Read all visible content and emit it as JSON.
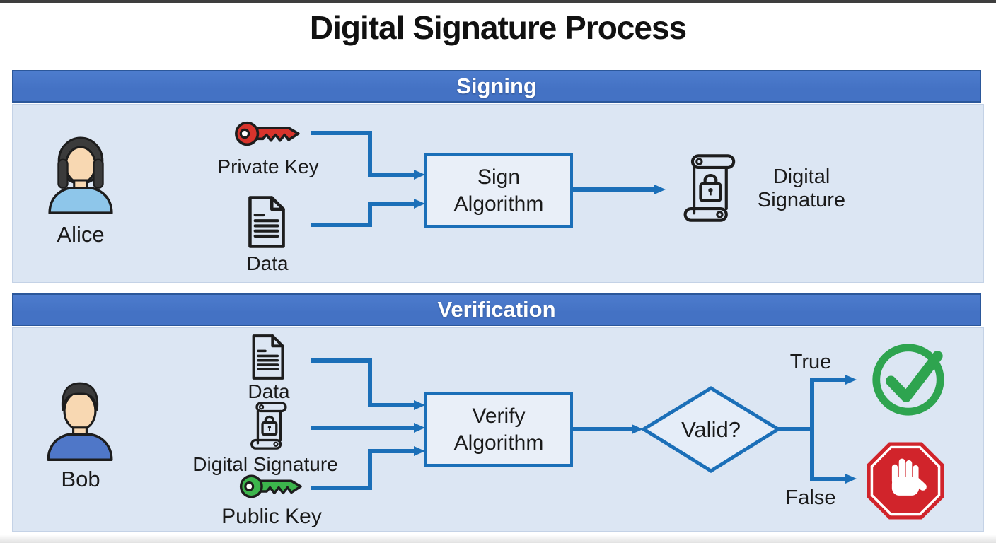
{
  "title": "Digital Signature Process",
  "signing": {
    "header": "Signing",
    "actor_label": "Alice",
    "private_key_label": "Private Key",
    "data_label": "Data",
    "algorithm_label": "Sign\nAlgorithm",
    "output_label": "Digital\nSignature"
  },
  "verification": {
    "header": "Verification",
    "actor_label": "Bob",
    "data_label": "Data",
    "signature_label": "Digital Signature",
    "public_key_label": "Public Key",
    "algorithm_label": "Verify\nAlgorithm",
    "decision_label": "Valid?",
    "true_label": "True",
    "false_label": "False"
  },
  "icons": {
    "private_key": "red-key-icon",
    "public_key": "green-key-icon",
    "data": "document-icon",
    "digital_signature": "scroll-with-lock-icon",
    "valid_true": "green-check-circle-icon",
    "valid_false": "red-stop-hand-icon"
  },
  "colors": {
    "header_blue": "#4472C4",
    "header_border": "#2B579A",
    "panel_bg": "#DCE6F3",
    "panel_border": "#C4D2E6",
    "connector_blue": "#1B6FB8",
    "box_bg": "#E9EFF8",
    "diamond_bg": "#E5EDF8",
    "key_red": "#D8342C",
    "key_green": "#3CB54C",
    "check_green": "#2EA44F",
    "stop_red": "#D1242B",
    "text_dark": "#1A1A1A",
    "skin": "#F8D8B2",
    "hair": "#3B3B3B",
    "alice_shirt": "#8EC6EA",
    "bob_shirt": "#4F77C8"
  }
}
